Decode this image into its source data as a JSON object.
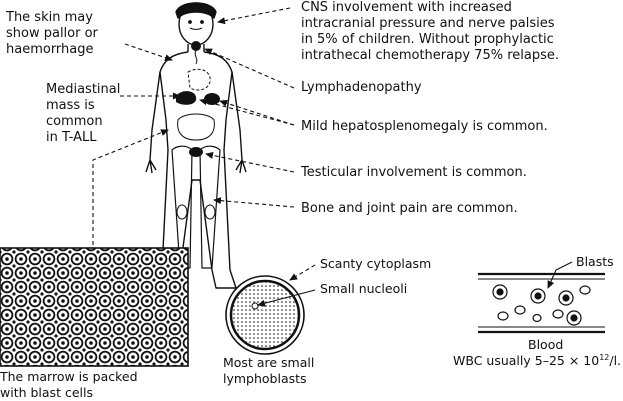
{
  "labels": {
    "skin": [
      "The skin may",
      "show pallor or",
      "haemorrhage"
    ],
    "cns": [
      "CNS involvement with increased",
      "intracranial pressure and nerve palsies",
      "in 5% of children. Without prophylactic",
      "intrathecal chemotherapy 75% relapse."
    ],
    "mediastinal": [
      "Mediastinal",
      "mass is",
      "common",
      "in T-ALL"
    ],
    "lymph": "Lymphadenopathy",
    "hepato": "Mild hepatosplenomegaly is common.",
    "testicular": "Testicular involvement is common.",
    "bone": "Bone and joint pain are common.",
    "marrow": [
      "The marrow is packed",
      "with blast cells"
    ],
    "cytoplasm": "Scanty cytoplasm",
    "nucleoli": "Small nucleoli",
    "lymphoblasts": [
      "Most are small",
      "lymphoblasts"
    ],
    "blasts": "Blasts",
    "blood": "Blood",
    "wbc_prefix": "WBC usually 5–25 × 10",
    "wbc_exp": "12",
    "wbc_unit": "/l."
  },
  "colors": {
    "ink": "#111111",
    "background": "#ffffff"
  }
}
